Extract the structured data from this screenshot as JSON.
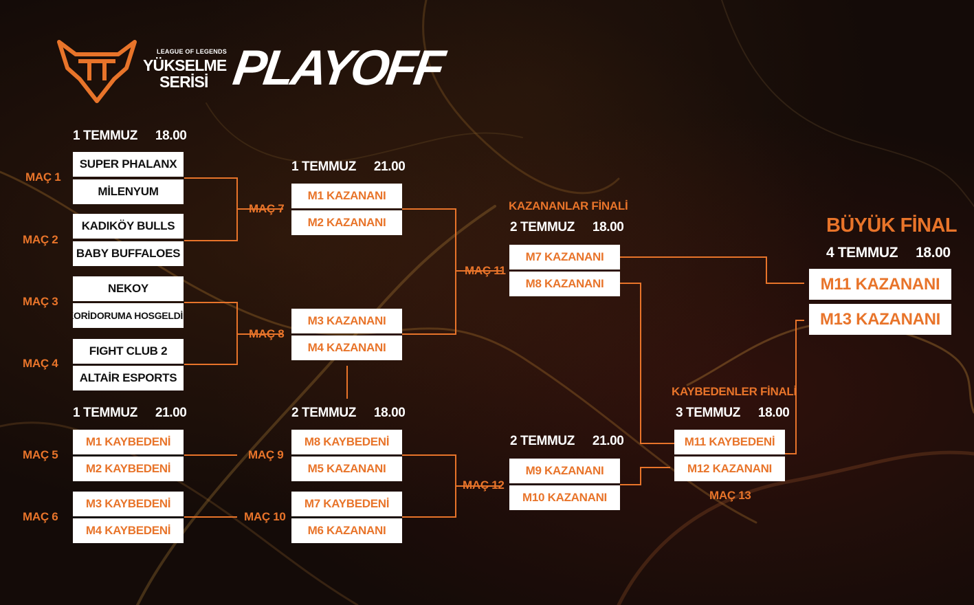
{
  "header": {
    "league": "LEAGUE OF LEGENDS",
    "series_line1": "YÜKSELME",
    "series_line2": "SERİSİ",
    "title": "PLAYOFF"
  },
  "colors": {
    "accent": "#e8742a",
    "background": "#140b08",
    "box": "#ffffff"
  },
  "dates": {
    "r1_upper": {
      "day": "1 TEMMUZ",
      "time": "18.00"
    },
    "r1_lower": {
      "day": "1 TEMMUZ",
      "time": "21.00"
    },
    "r2_upper": {
      "day": "1 TEMMUZ",
      "time": "21.00"
    },
    "r2_lower": {
      "day": "2 TEMMUZ",
      "time": "18.00"
    },
    "wfinal": {
      "day": "2 TEMMUZ",
      "time": "18.00"
    },
    "r3_lower": {
      "day": "2 TEMMUZ",
      "time": "21.00"
    },
    "lfinal": {
      "day": "3 TEMMUZ",
      "time": "18.00"
    },
    "gfinal": {
      "day": "4 TEMMUZ",
      "time": "18.00"
    }
  },
  "matches": {
    "m1": {
      "label": "MAÇ 1",
      "team1": "SUPER PHALANX",
      "team2": "MİLENYUM"
    },
    "m2": {
      "label": "MAÇ 2",
      "team1": "KADIKÖY BULLS",
      "team2": "BABY BUFFALOES"
    },
    "m3": {
      "label": "MAÇ 3",
      "team1": "NEKOY",
      "team2": "KORİDORUMA HOSGELDİN"
    },
    "m4": {
      "label": "MAÇ 4",
      "team1": "FIGHT CLUB 2",
      "team2": "ALTAİR ESPORTS"
    },
    "m5": {
      "label": "MAÇ 5",
      "team1": "M1 KAYBEDENİ",
      "team2": "M2 KAYBEDENİ"
    },
    "m6": {
      "label": "MAÇ 6",
      "team1": "M3 KAYBEDENİ",
      "team2": "M4 KAYBEDENİ"
    },
    "m7": {
      "label": "MAÇ 7",
      "team1": "M1 KAZANANI",
      "team2": "M2 KAZANANI"
    },
    "m8": {
      "label": "MAÇ 8",
      "team1": "M3 KAZANANI",
      "team2": "M4 KAZANANI"
    },
    "m9": {
      "label": "MAÇ 9",
      "team1": "M8 KAYBEDENİ",
      "team2": "M5 KAZANANI"
    },
    "m10": {
      "label": "MAÇ 10",
      "team1": "M7 KAYBEDENİ",
      "team2": "M6 KAZANANI"
    },
    "m11": {
      "label": "MAÇ 11",
      "team1": "M7 KAZANANI",
      "team2": "M8 KAZANANI"
    },
    "m12": {
      "label": "MAÇ 12",
      "team1": "M9 KAZANANI",
      "team2": "M10 KAZANANI"
    },
    "m13": {
      "label": "MAÇ 13",
      "team1": "M11 KAYBEDENİ",
      "team2": "M12 KAZANANI"
    },
    "final": {
      "team1": "M11 KAZANANI",
      "team2": "M13 KAZANANI"
    }
  },
  "stage_titles": {
    "wfinal": "KAZANANLAR FİNALİ",
    "lfinal": "KAYBEDENLER FİNALİ",
    "gfinal": "BÜYÜK FİNAL"
  }
}
